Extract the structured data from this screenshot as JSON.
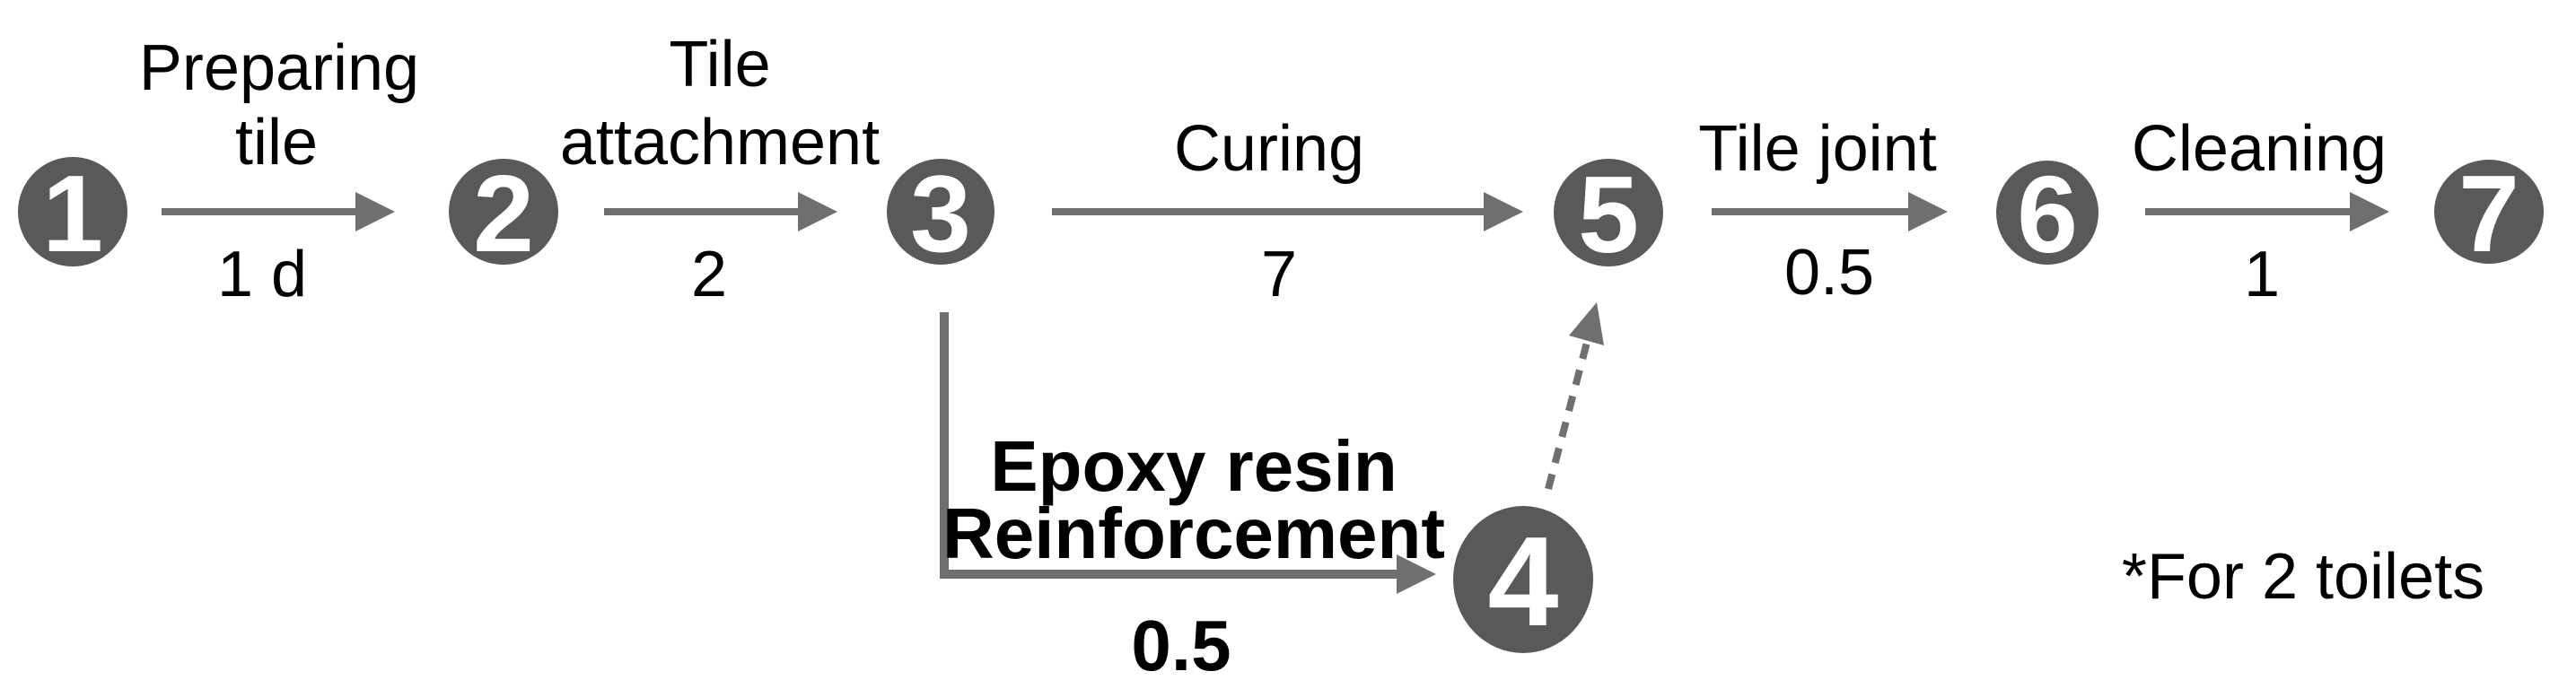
{
  "diagram": {
    "kind": "activity-on-arrow-network",
    "background": "#ffffff",
    "colors": {
      "node_fill": "#595959",
      "node_text": "#ffffff",
      "arrow": "#6f6f6f",
      "label_text": "#000000"
    },
    "nodes": [
      {
        "id": "1",
        "label": "1"
      },
      {
        "id": "2",
        "label": "2"
      },
      {
        "id": "3",
        "label": "3"
      },
      {
        "id": "4",
        "label": "4"
      },
      {
        "id": "5",
        "label": "5"
      },
      {
        "id": "6",
        "label": "6"
      },
      {
        "id": "7",
        "label": "7"
      }
    ],
    "activities": [
      {
        "from": "1",
        "to": "2",
        "name": "Preparing tile",
        "name_lines": [
          "Preparing",
          "tile"
        ],
        "duration": "1 d",
        "style": "solid",
        "bold": false
      },
      {
        "from": "2",
        "to": "3",
        "name": "Tile attachment",
        "name_lines": [
          "Tile",
          "attachment"
        ],
        "duration": "2",
        "style": "solid",
        "bold": false
      },
      {
        "from": "3",
        "to": "5",
        "name": "Curing",
        "name_lines": [
          "Curing"
        ],
        "duration": "7",
        "style": "solid",
        "bold": false
      },
      {
        "from": "3",
        "to": "4",
        "name": "Epoxy resin Reinforcement",
        "name_lines": [
          "Epoxy resin",
          "Reinforcement"
        ],
        "duration": "0.5",
        "style": "solid-elbow",
        "bold": true
      },
      {
        "from": "4",
        "to": "5",
        "name": "",
        "name_lines": [],
        "duration": "",
        "style": "dashed-dummy",
        "bold": false
      },
      {
        "from": "5",
        "to": "6",
        "name": "Tile joint",
        "name_lines": [
          "Tile joint"
        ],
        "duration": "0.5",
        "style": "solid",
        "bold": false
      },
      {
        "from": "6",
        "to": "7",
        "name": "Cleaning",
        "name_lines": [
          "Cleaning"
        ],
        "duration": "1",
        "style": "solid",
        "bold": false
      }
    ],
    "footnote": "*For 2 toilets"
  }
}
